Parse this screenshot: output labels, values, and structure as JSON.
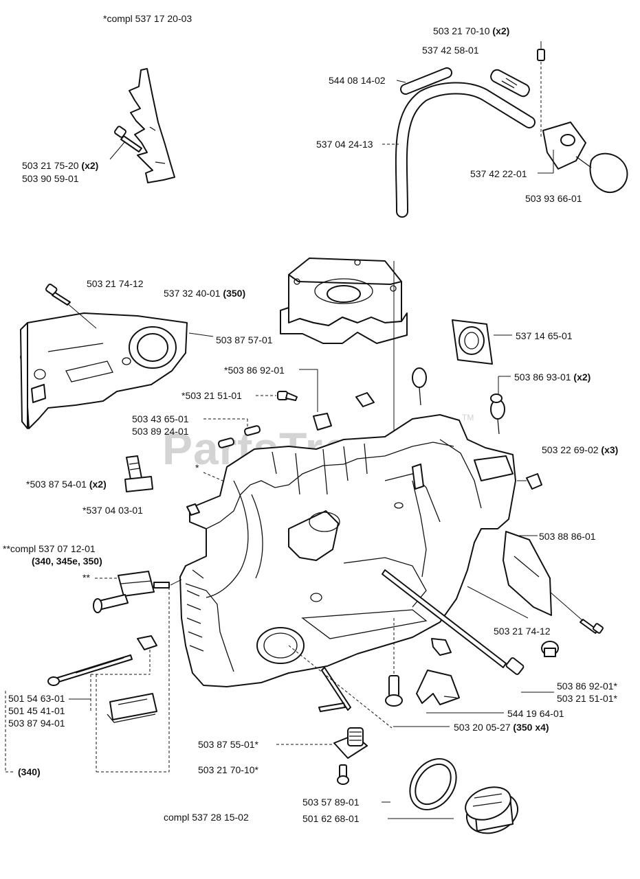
{
  "watermark": {
    "text": "PartsTree",
    "tm": "TM"
  },
  "labels": {
    "compl_537_17_20_03": "*compl 537 17 20-03",
    "l_503_21_75_20": "503 21 75-20",
    "l_503_21_75_20_qty": "(x2)",
    "l_503_90_59_01": "503 90 59-01",
    "l_503_21_70_10_top": "503 21 70-10",
    "l_503_21_70_10_top_qty": "(x2)",
    "l_537_42_58_01": "537 42 58-01",
    "l_544_08_14_02": "544 08 14-02",
    "l_537_04_24_13": "537 04 24-13",
    "l_537_42_22_01": "537 42 22-01",
    "l_503_93_66_01": "503 93 66-01",
    "l_503_21_74_12_a": "503 21 74-12",
    "l_537_32_40_01": "537 32 40-01",
    "l_537_32_40_01_note": "(350)",
    "l_503_87_57_01": "503 87 57-01",
    "l_537_14_65_01": "537 14 65-01",
    "l_503_86_92_01_a": "*503 86 92-01",
    "l_503_86_93_01": "503 86 93-01",
    "l_503_86_93_01_qty": "(x2)",
    "l_503_21_51_01_a": "*503 21 51-01",
    "l_503_43_65_01": "503 43 65-01",
    "l_503_89_24_01": "503 89 24-01",
    "l_503_22_69_02": "503 22 69-02",
    "l_503_22_69_02_qty": "(x3)",
    "l_star": "*",
    "l_503_87_54_01": "*503 87 54-01",
    "l_503_87_54_01_qty": "(x2)",
    "l_537_04_03_01": "*537 04 03-01",
    "l_503_88_86_01": "503 88 86-01",
    "compl_537_07_12_01": "**compl 537 07 12-01",
    "compl_537_07_12_01_note": "(340, 345e, 350)",
    "l_starstar": "**",
    "l_503_21_74_12_b": "503 21 74-12",
    "l_503_86_92_01_b": "503 86 92-01*",
    "l_503_21_51_01_b": "503 21 51-01*",
    "l_501_54_63_01": "501 54 63-01",
    "l_501_45_41_01": "501 45 41-01",
    "l_503_87_94_01": "503 87 94-01",
    "l_544_19_64_01": "544 19 64-01",
    "l_503_20_05_27": "503 20 05-27",
    "l_503_20_05_27_note": "(350 x4)",
    "l_340": "(340)",
    "l_503_87_55_01": "503 87 55-01*",
    "l_503_21_70_10_b": "503 21 70-10*",
    "l_503_57_89_01": "503 57 89-01",
    "l_501_62_68_01": "501 62 68-01",
    "compl_537_28_15_02": "compl 537 28 15-02"
  }
}
